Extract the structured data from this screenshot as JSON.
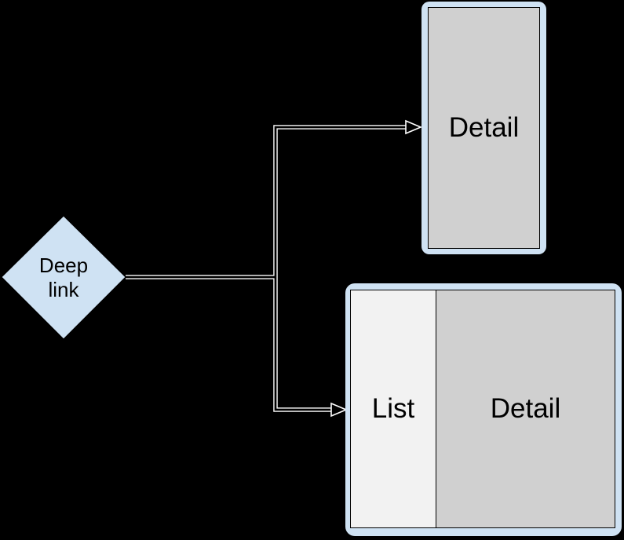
{
  "diagram_type": "deep-link navigation flowchart",
  "colors": {
    "background": "#000000",
    "node_fill": "#cfe2f3",
    "detail_fill": "#d0d0d0",
    "list_fill": "#f2f2f2",
    "stroke": "#000000",
    "connector": "#ffffff",
    "label": "#000000"
  },
  "nodes": {
    "deep_link": {
      "shape": "diamond",
      "label_line1": "Deep",
      "label_line2": "link"
    },
    "detail_screen": {
      "shape": "phone",
      "label": "Detail"
    },
    "list_detail_screen": {
      "shape": "tablet",
      "list_label": "List",
      "detail_label": "Detail"
    }
  },
  "edges": [
    {
      "from": "deep_link",
      "to": "detail_screen",
      "style": "hollow-double-line, open arrowhead"
    },
    {
      "from": "deep_link",
      "to": "list_detail_screen",
      "style": "hollow-double-line, open arrowhead"
    }
  ]
}
